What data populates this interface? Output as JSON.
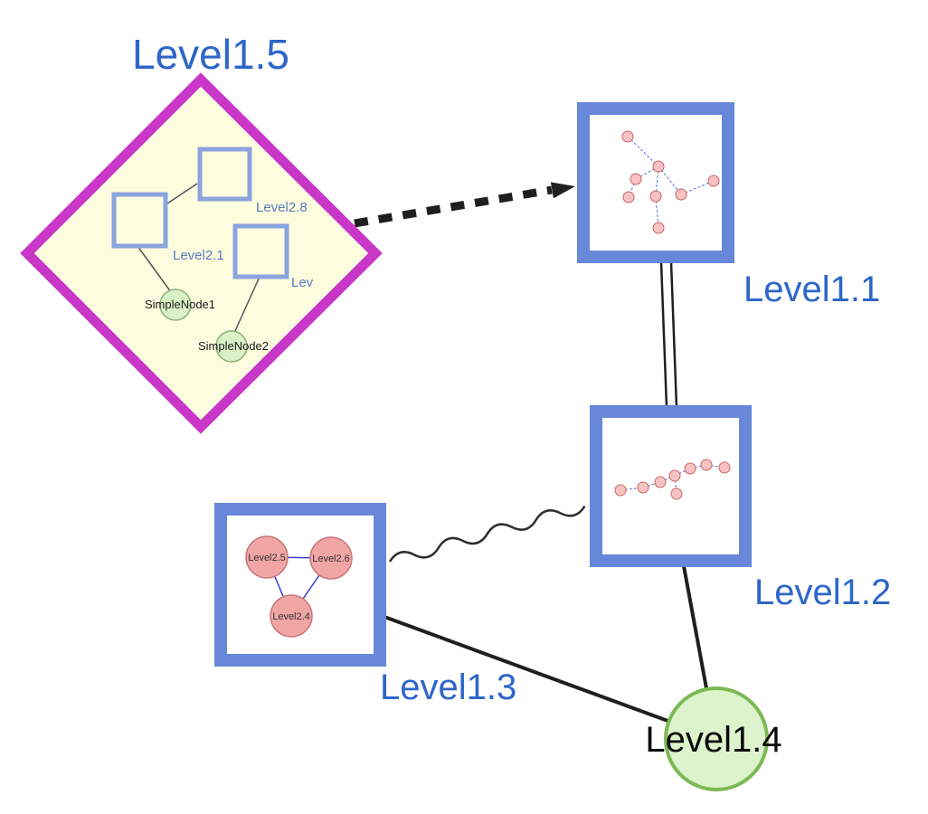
{
  "colors": {
    "label_blue": "#2e66c9",
    "inner_label_blue": "#5c7ac0",
    "diamond_border": "#c837c8",
    "diamond_fill": "#fcfcdf",
    "blue_node_border": "#6787d8",
    "inner_square_border": "#8ba3dd",
    "green_node_fill": "#dcf3cc",
    "green_node_border": "#7cb954",
    "simple_node_fill": "#daf0c6",
    "pink_node_fill": "#f1a5a5",
    "pink_node_border": "#c77878",
    "mini_node_fill": "#f6c2c2",
    "mini_node_border": "#cc6666",
    "mini_edge_blue": "#5577cc",
    "triangle_edge_blue": "#3a3ad0",
    "edge_dark": "#1f1f1f"
  },
  "nodes": {
    "level1_5": {
      "label": "Level1.5",
      "type": "group-diamond",
      "children": {
        "square_top": "Level2.8",
        "square_left": "Level2.1",
        "square_right": "Lev",
        "simple1": "SimpleNode1",
        "simple2": "SimpleNode2"
      }
    },
    "level1_1": {
      "label": "Level1.1",
      "type": "square",
      "content": "mini graph of small pink nodes with dashed blue edges"
    },
    "level1_2": {
      "label": "Level1.2",
      "type": "square",
      "content": "mini graph of small pink nodes with dashed blue edges"
    },
    "level1_3": {
      "label": "Level1.3",
      "type": "square",
      "children": {
        "circle_left": "Level2.5",
        "circle_right": "Level2.6",
        "circle_bottom": "Level2.4"
      }
    },
    "level1_4": {
      "label": "Level1.4",
      "type": "circle"
    }
  },
  "edges": [
    {
      "from": "Level1.5",
      "to": "Level1.1",
      "style": "thick dashed arrow"
    },
    {
      "from": "Level1.1",
      "to": "Level1.2",
      "style": "double parallel line"
    },
    {
      "from": "Level1.3",
      "to": "Level1.2",
      "style": "wavy line"
    },
    {
      "from": "Level1.3",
      "to": "Level1.4",
      "style": "solid line"
    },
    {
      "from": "Level1.2",
      "to": "Level1.4",
      "style": "solid line"
    }
  ]
}
